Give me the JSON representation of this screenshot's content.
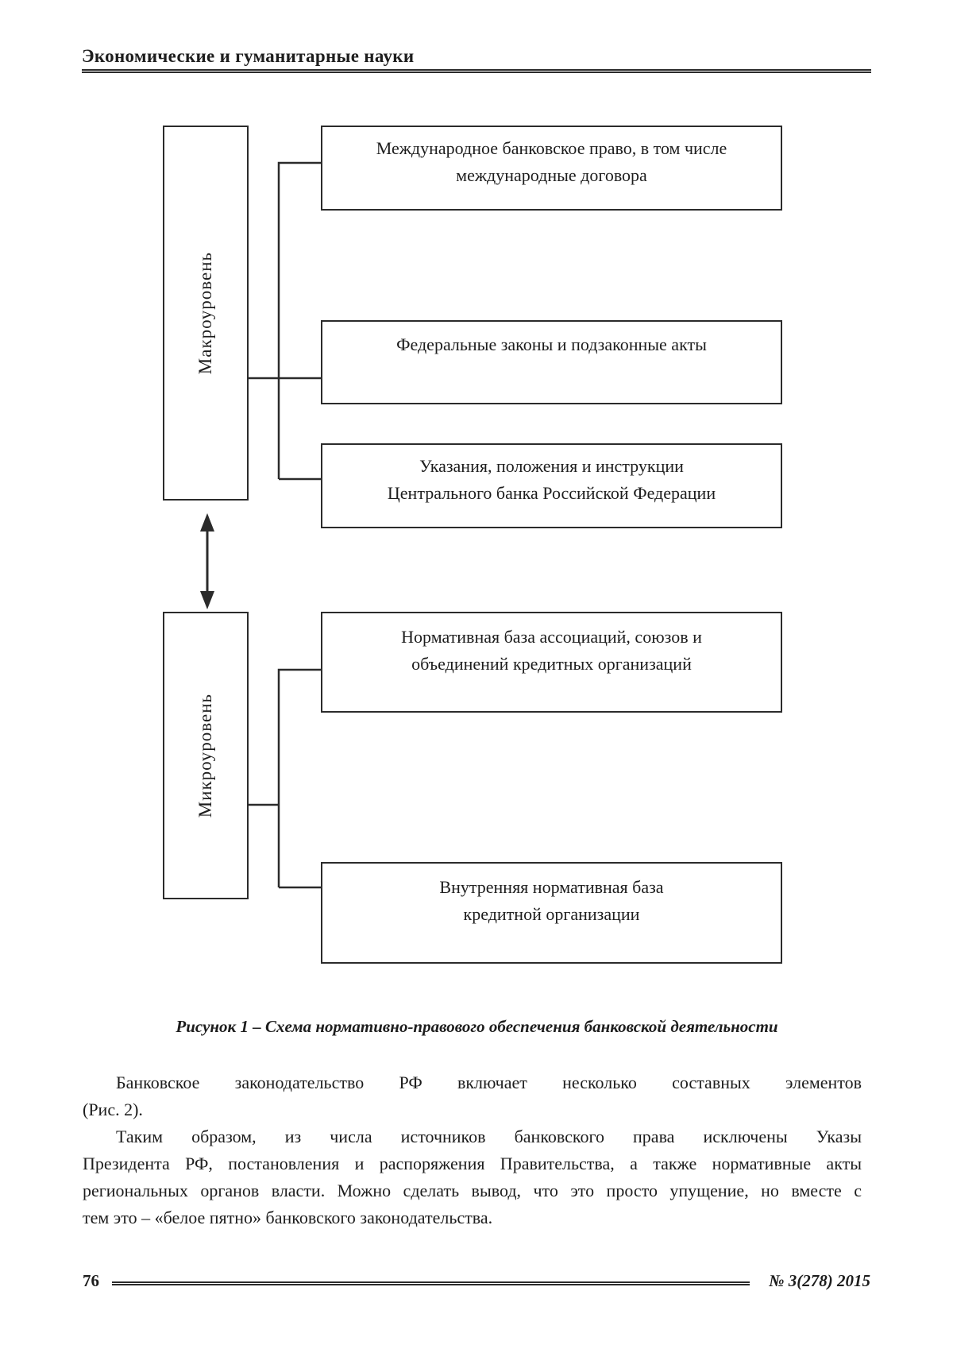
{
  "header": {
    "title": "Экономические и гуманитарные науки"
  },
  "diagram": {
    "levels": [
      {
        "label": "Макроуровень"
      },
      {
        "label": "Микроуровень"
      }
    ],
    "boxes": [
      {
        "lines": [
          "Международное банковское право, в том числе",
          "международные договора"
        ]
      },
      {
        "lines": [
          "Федеральные законы и подзаконные акты"
        ]
      },
      {
        "lines": [
          "Указания, положения и инструкции",
          "Центрального банка Российской Федерации"
        ]
      },
      {
        "lines": [
          "Нормативная база ассоциаций, союзов и",
          "объединений кредитных организаций"
        ]
      },
      {
        "lines": [
          "Внутренняя нормативная база",
          "кредитной организации"
        ]
      }
    ],
    "connector_arrow_icon": "vertical-double-arrow"
  },
  "caption": "Рисунок 1 – Схема нормативно-правового обеспечения банковской деятельности",
  "body": {
    "paragraphs": [
      {
        "lines": [
          "Банковское законодательство РФ включает несколько составных элементов",
          "(Рис. 2)."
        ]
      },
      {
        "lines": [
          "Таким образом, из числа источников банковского права исключены Указы",
          "Президента РФ, постановления и распоряжения Правительства, а также нормативные акты",
          "региональных органов власти. Можно сделать вывод, что это просто упущение, но вместе с",
          "тем это – «белое пятно» банковского законодательства."
        ]
      }
    ]
  },
  "footer": {
    "page_number": "76",
    "issue": "№ 3(278) 2015"
  },
  "colors": {
    "text": "#1d1d1d",
    "line": "#2b2b2b",
    "background": "#ffffff"
  }
}
